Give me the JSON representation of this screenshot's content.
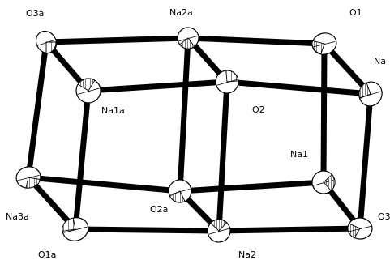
{
  "labels": {
    "O3a": "O3a",
    "Na2a": "Na2a",
    "O1": "O1",
    "Na": "Na",
    "Na1a": "Na1a",
    "O2": "O2",
    "Na1": "Na1",
    "Na3a": "Na3a",
    "O2a": "O2a",
    "O3": "O3",
    "O1a": "O1a",
    "Na2": "Na2"
  },
  "colors": {
    "bond": "#000000",
    "atom_fill": "#ffffff",
    "outline": "#000000"
  }
}
